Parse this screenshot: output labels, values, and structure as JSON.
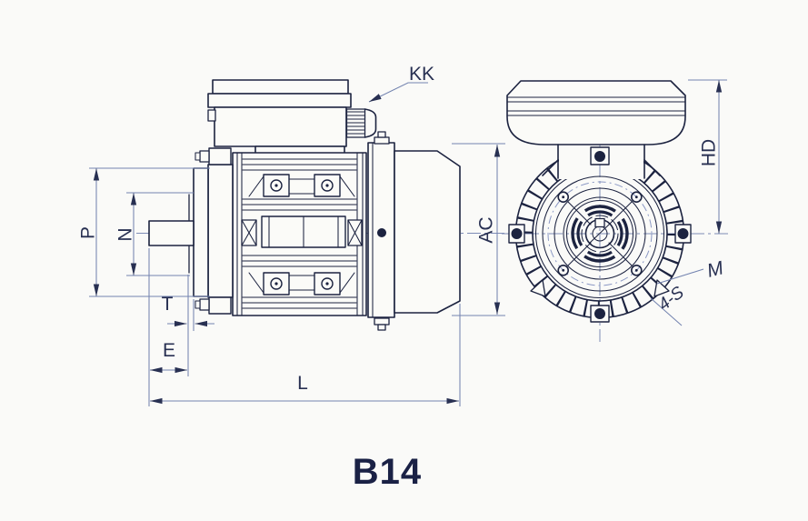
{
  "drawing": {
    "title": "B14",
    "labels": {
      "kk": "KK",
      "p": "P",
      "n": "N",
      "t": "T",
      "e": "E",
      "l": "L",
      "ac": "AC",
      "hd": "HD",
      "m": "M",
      "s4": "4-S"
    },
    "colors": {
      "object_line": "#1c2340",
      "dimension_line": "#7484b0",
      "label_text": "#283052",
      "title_text": "#1a2145",
      "paper": "#fafaf8"
    }
  }
}
